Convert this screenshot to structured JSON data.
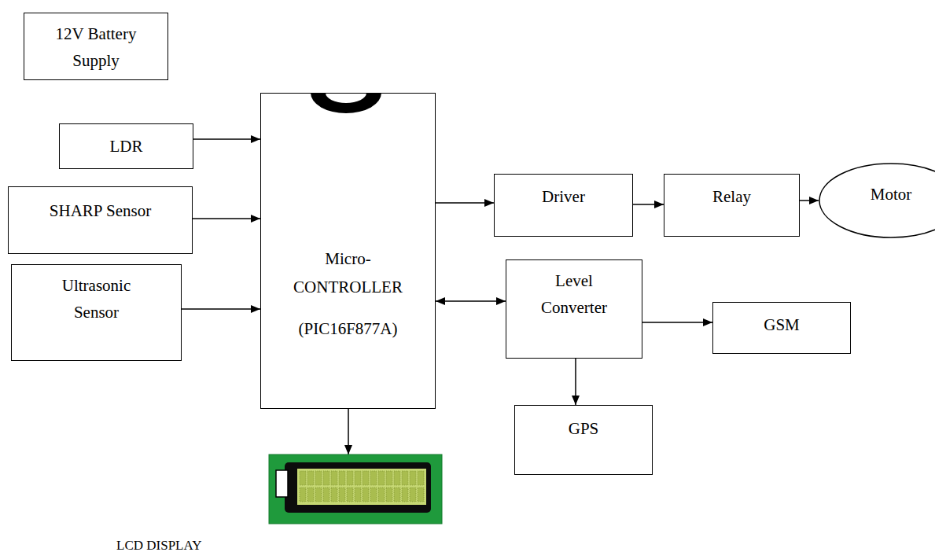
{
  "diagram": {
    "nodes": [
      {
        "text": [
          "12V Battery Supply"
        ]
      },
      {
        "text": [
          "LDR"
        ]
      },
      {
        "text": [
          "SHARP Sensor"
        ]
      },
      {
        "text": [
          "Ultrasonic Sensor"
        ]
      },
      {
        "text": [
          "Micro- CONTROLLER",
          "(PIC16F877A)"
        ]
      },
      {
        "text": [
          "Driver"
        ]
      },
      {
        "text": [
          "Relay"
        ]
      },
      {
        "text": [
          "Motor"
        ]
      },
      {
        "text": [
          "Level Converter"
        ]
      },
      {
        "text": [
          "GSM"
        ]
      },
      {
        "text": [
          "GPS"
        ]
      },
      {
        "text": [
          "LCD DISPLAY"
        ]
      }
    ],
    "edges": [
      {
        "from": 1,
        "to": 4,
        "arrow": "to"
      },
      {
        "from": 2,
        "to": 4,
        "arrow": "to"
      },
      {
        "from": 3,
        "to": 4,
        "arrow": "to"
      },
      {
        "from": 4,
        "to": 5,
        "arrow": "to"
      },
      {
        "from": 5,
        "to": 6,
        "arrow": "to"
      },
      {
        "from": 6,
        "to": 7,
        "arrow": "to"
      },
      {
        "from": 4,
        "to": 8,
        "arrow": "both"
      },
      {
        "from": 8,
        "to": 9,
        "arrow": "to"
      },
      {
        "from": 8,
        "to": 10,
        "arrow": "to"
      },
      {
        "from": 4,
        "to": 11,
        "arrow": "to"
      }
    ]
  }
}
